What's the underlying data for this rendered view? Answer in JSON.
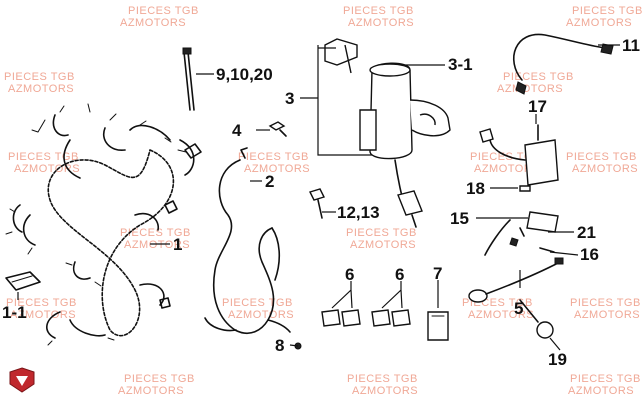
{
  "watermark": {
    "line1": "PIECES TGB",
    "line2": "AZMOTORS"
  },
  "callouts": {
    "c_9_10_20": "9,10,20",
    "c_3": "3",
    "c_3_1": "3-1",
    "c_11": "11",
    "c_4": "4",
    "c_17": "17",
    "c_2": "2",
    "c_18": "18",
    "c_12_13": "12,13",
    "c_1": "1",
    "c_15": "15",
    "c_21": "21",
    "c_16": "16",
    "c_6a": "6",
    "c_6b": "6",
    "c_7": "7",
    "c_5": "5",
    "c_1_1": "1-1",
    "c_8": "8",
    "c_19": "19"
  },
  "colors": {
    "watermark": "#f0a896",
    "logo": "#c0282d",
    "ink": "#111111"
  }
}
